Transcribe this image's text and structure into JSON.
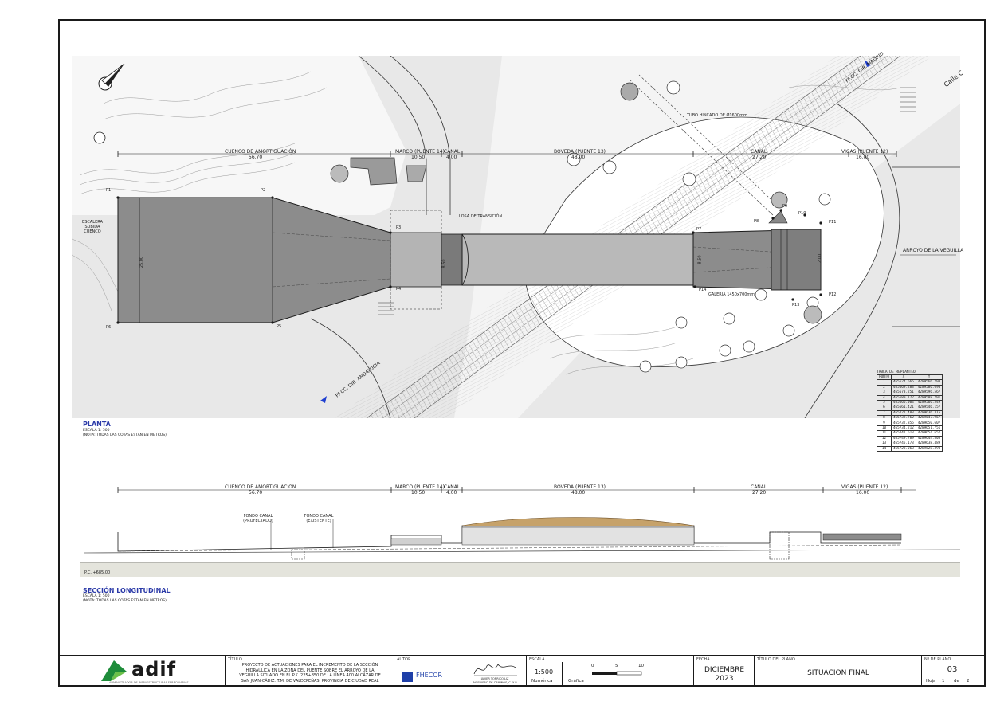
{
  "plan": {
    "title": "PLANTA",
    "scale": "ESCALA 1: 500",
    "note": "(NOTA: TODAS LAS COTAS ESTÁN EN METROS)",
    "segments": [
      {
        "name": "CUENCO DE AMORTIGUACIÓN",
        "length": "56.70"
      },
      {
        "name": "MARCO (PUENTE 14)",
        "length": "10.50"
      },
      {
        "name": "CANAL",
        "length": "4.00"
      },
      {
        "name": "BÓVEDA (PUENTE 13)",
        "length": "48.00"
      },
      {
        "name": "CANAL",
        "length": "27.20"
      },
      {
        "name": "VIGAS (PUENTE 12)",
        "length": "16.00"
      }
    ],
    "labels": {
      "escollera": "ESCALERA SUBIDA CUENCO",
      "losa": "LOSA DE TRANSICIÓN",
      "tubo": "TUBO HINCADO DE Ø1600mm",
      "galeria": "GALERÍA 1450x700mm",
      "arroyo": "ARROYO DE LA VEGUILLA",
      "ffcc_madrid": "FF.CC. DIR. MADRID",
      "ffcc_andalucia": "FF.CC. DIR. ANDALUCÍA",
      "calle": "Calle C",
      "width_1": "25.00",
      "width_2": "8.50",
      "width_3": "8.50",
      "width_4": "12.00"
    },
    "points": [
      "P1",
      "P2",
      "P3",
      "P4",
      "P5",
      "P6",
      "P7",
      "P8",
      "P9",
      "P10",
      "P11",
      "P12",
      "P13",
      "P14"
    ]
  },
  "section": {
    "title": "SECCIÓN LONGITUDINAL",
    "scale": "ESCALA 1: 500",
    "note": "(NOTA: TODAS LAS COTAS ESTÁN EN METROS)",
    "fondo_proyectado": "FONDO CANAL (PROYECTADO)",
    "fondo_existente": "FONDO CANAL (EXISTENTE)",
    "pc": "P.C. +685.00"
  },
  "coord_table": {
    "caption": "TABLA DE REPLANTEO",
    "headers": [
      "PUNTO",
      "X",
      "Y"
    ],
    "rows": [
      [
        "1",
        "465624.665",
        "4289566.298"
      ],
      [
        "2",
        "465669.283",
        "4289586.690"
      ],
      [
        "3",
        "465673.251",
        "4289596.567"
      ],
      [
        "4",
        "465680.122",
        "4289588.291"
      ],
      [
        "5",
        "465666.004",
        "4289566.549"
      ],
      [
        "6",
        "465661.421",
        "4289546.157"
      ],
      [
        "7",
        "465721.483",
        "4289636.315"
      ],
      [
        "8",
        "465732.762",
        "4289647.967"
      ],
      [
        "9",
        "465732.855",
        "4289650.607"
      ],
      [
        "10",
        "465734.212",
        "4289651.751"
      ],
      [
        "11",
        "465741.613",
        "4289654.652"
      ],
      [
        "12",
        "465749.789",
        "4289644.803"
      ],
      [
        "13",
        "465745.173",
        "4289638.489"
      ],
      [
        "14",
        "465728.063",
        "4289628.390"
      ]
    ]
  },
  "title_block": {
    "logo_text": "adif",
    "logo_sub": "ADMINISTRADOR DE INFRAESTRUCTURAS FERROVIARIAS",
    "titulo_head": "TÍTULO",
    "titulo_lines": [
      "PROYECTO DE ACTUACIONES PARA EL INCREMENTO DE LA SECCIÓN",
      "HIDRÁULICA EN LA ZONA DEL PUENTE SOBRE EL ARROYO DE LA",
      "VEGUILLA SITUADO EN EL P.K. 225+850 DE LA LÍNEA 400 ALCÁZAR DE",
      "SAN JUAN-CÁDIZ. T.M. DE VALDEPEÑAS. PROVINCIA DE CIUDAD REAL"
    ],
    "autor_head": "AUTOR",
    "autor": "FHECOR",
    "firma_name": "JAVIER TORRICO LIZ",
    "firma_role": "INGENIERO DE CAMINOS, C. Y P.",
    "escala_head": "ESCALA",
    "escala": "1:500",
    "numerica": "Numérica",
    "grafica": "Gráfica",
    "bar_ticks": [
      "0",
      "5",
      "10"
    ],
    "fecha_head": "FECHA",
    "fecha_mes": "DICIEMBRE",
    "fecha_anio": "2023",
    "titulo_plano_head": "TÍTULO DEL PLANO",
    "titulo_plano": "SITUACION FINAL",
    "num_plano_head": "Nº DE PLANO",
    "num_plano": "03",
    "hoja": "Hoja",
    "hoja_n": "1",
    "de": "de",
    "hoja_total": "2"
  }
}
